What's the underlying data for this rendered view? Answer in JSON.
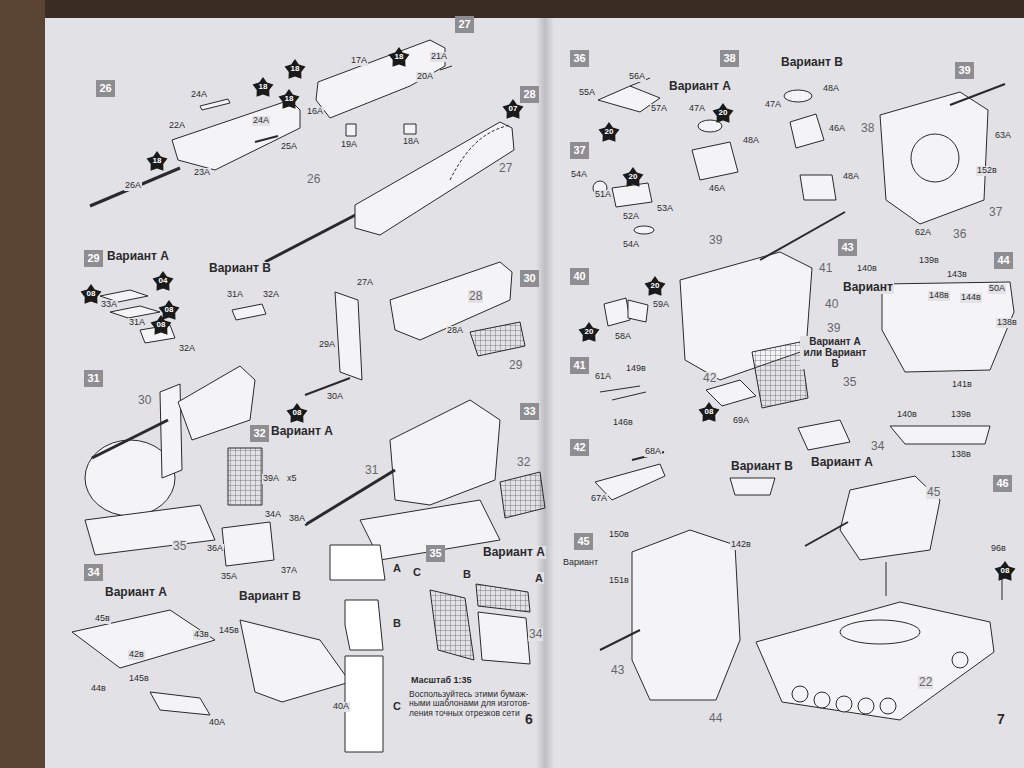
{
  "diagram": {
    "nodes": [
      {
        "text": [
          "26"
        ]
      },
      {
        "text": [
          "18"
        ]
      },
      {
        "text": [
          "18"
        ]
      },
      {
        "text": [
          "18"
        ]
      },
      {
        "text": [
          "27"
        ]
      },
      {
        "text": [
          "18"
        ]
      },
      {
        "text": [
          "18"
        ]
      },
      {
        "text": [
          "28"
        ]
      },
      {
        "text": [
          "07"
        ]
      },
      {
        "text": [
          "29"
        ]
      },
      {
        "text": [
          "08"
        ]
      },
      {
        "text": [
          "04"
        ]
      },
      {
        "text": [
          "08"
        ]
      },
      {
        "text": [
          "08"
        ]
      },
      {
        "text": [
          "30"
        ]
      },
      {
        "text": [
          "08"
        ]
      },
      {
        "text": [
          "31"
        ]
      },
      {
        "text": [
          "32"
        ]
      },
      {
        "text": [
          "33"
        ]
      },
      {
        "text": [
          "34"
        ]
      },
      {
        "text": [
          "35"
        ]
      },
      {
        "text": [
          "36"
        ]
      },
      {
        "text": [
          "20"
        ]
      },
      {
        "text": [
          "37"
        ]
      },
      {
        "text": [
          "20"
        ]
      },
      {
        "text": [
          "38"
        ]
      },
      {
        "text": [
          "20"
        ]
      },
      {
        "text": [
          "39"
        ]
      },
      {
        "text": [
          "40"
        ]
      },
      {
        "text": [
          "20"
        ]
      },
      {
        "text": [
          "20"
        ]
      },
      {
        "text": [
          "41"
        ]
      },
      {
        "text": [
          "42"
        ]
      },
      {
        "text": [
          "43"
        ]
      },
      {
        "text": [
          "08"
        ]
      },
      {
        "text": [
          "44"
        ]
      },
      {
        "text": [
          "45"
        ]
      },
      {
        "text": [
          "46"
        ]
      },
      {
        "text": [
          "08"
        ]
      }
    ],
    "labels": [
      "24А",
      "22А",
      "24А",
      "25А",
      "23А",
      "26А",
      "17А",
      "21А",
      "20А",
      "16А",
      "19А",
      "18А",
      "26",
      "27",
      "Вариант А",
      "33А",
      "31А",
      "32А",
      "Вариант В",
      "31А",
      "32А",
      "27А",
      "28",
      "28А",
      "29А",
      "29",
      "30А",
      "30",
      "35",
      "Вариант А",
      "39А",
      "x5",
      "34А",
      "38А",
      "36А",
      "37А",
      "35А",
      "31",
      "32",
      "Вариант А",
      "45в",
      "43в",
      "42в",
      "145в",
      "44в",
      "40А",
      "Вариант В",
      "145в",
      "40А",
      "А",
      "В",
      "С",
      "Вариант А",
      "С",
      "В",
      "А",
      "34",
      "Масштаб 1:35",
      "Воспользуйтесь этими бумаж- ными шаблонами для изготов- ления точных отрезков сети",
      "6",
      "56А",
      "55А",
      "57А",
      "54А",
      "51А",
      "53А",
      "52А",
      "54А",
      "Вариант А",
      "Вариант В",
      "47А",
      "48А",
      "46А",
      "47А",
      "48А",
      "46А",
      "48А",
      "38",
      "63А",
      "152в",
      "62А",
      "36",
      "37",
      "59А",
      "58А",
      "149в",
      "61А",
      "146в",
      "68А",
      "67А",
      "39",
      "41",
      "Вариант",
      "40",
      "39",
      "Вариант А или Вариант В",
      "42",
      "35",
      "69А",
      "140в",
      "139в",
      "143в",
      "148в",
      "144в",
      "50А",
      "138в",
      "141в",
      "140в",
      "139в",
      "138в",
      "Вариант А",
      "34",
      "Вариант В",
      "150в",
      "Вариант",
      "151в",
      "142в",
      "43",
      "44",
      "45",
      "96в",
      "22",
      "7"
    ]
  }
}
